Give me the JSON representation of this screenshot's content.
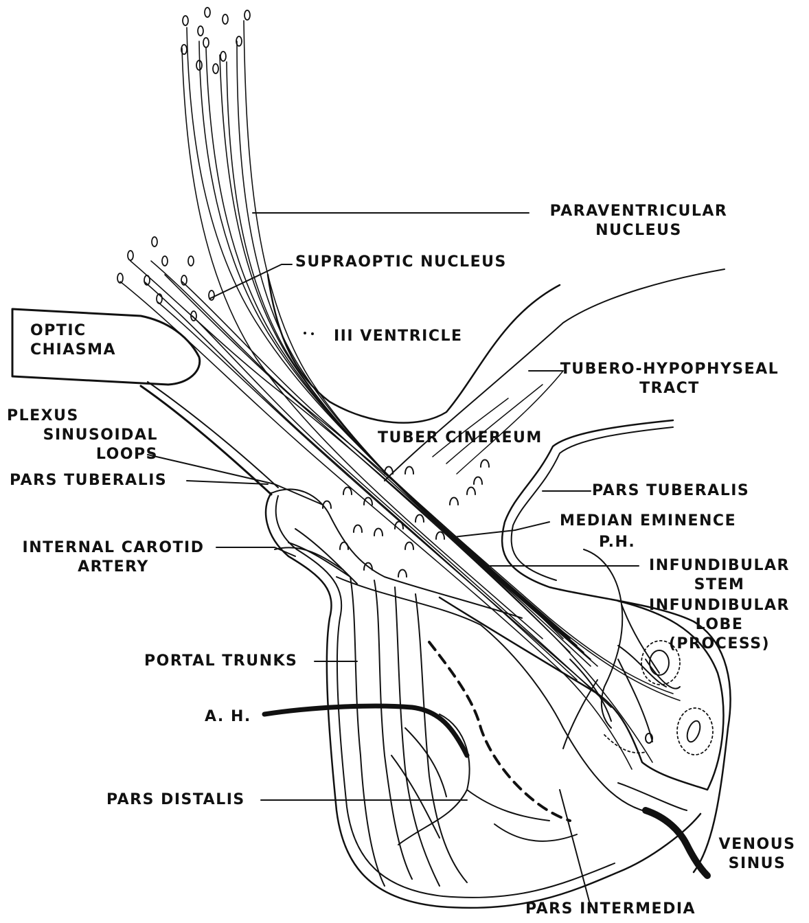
{
  "labels": {
    "paraventricular": [
      "PARAVENTRICULAR",
      "NUCLEUS"
    ],
    "supraoptic": "SUPRAOPTIC NUCLEUS",
    "optic_chiasma": [
      "OPTIC",
      "CHIASMA"
    ],
    "third_ventricle": "III VENTRICLE",
    "tubero_hypophyseal": [
      "TUBERO-HYPOPHYSEAL",
      "TRACT"
    ],
    "plexus": [
      "PLEXUS",
      "SINUSOIDAL",
      "LOOPS"
    ],
    "tuber_cinereum": "TUBER CINEREUM",
    "pars_tuberalis_left": "PARS TUBERALIS",
    "pars_tuberalis_right": "PARS TUBERALIS",
    "median_eminence": "MEDIAN EMINENCE",
    "internal_carotid": [
      "INTERNAL CAROTID",
      "ARTERY"
    ],
    "ph": "P.H.",
    "infundibular_stem": [
      "INFUNDIBULAR",
      "STEM"
    ],
    "infundibular_lobe": [
      "INFUNDIBULAR",
      "LOBE",
      "(PROCESS)"
    ],
    "portal_trunks": "PORTAL TRUNKS",
    "ah": "A. H.",
    "pars_distalis": "PARS DISTALIS",
    "venous_sinus": [
      "VENOUS",
      "SINUS"
    ],
    "pars_intermedia": "PARS INTERMEDIA"
  },
  "colors": {
    "ink": "#111111",
    "background": "#ffffff"
  }
}
